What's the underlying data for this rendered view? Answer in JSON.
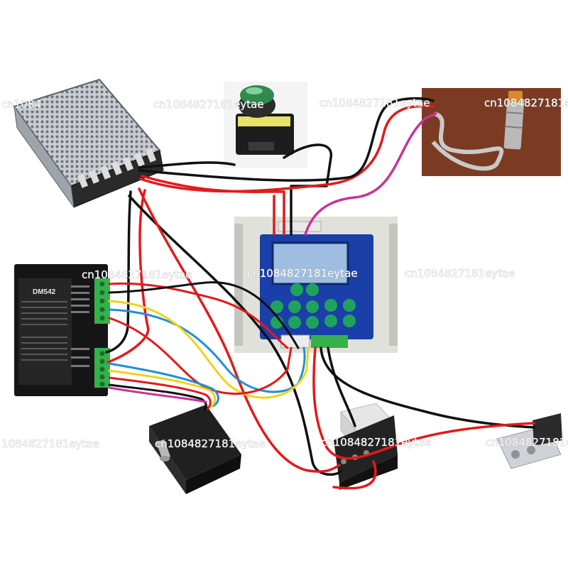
{
  "watermark": {
    "text": "cn1084827181eytae",
    "partial_left": "1084827181eytae",
    "partial_top": "cn1084"
  },
  "driver": {
    "model": "DM542"
  },
  "colors": {
    "wire_red": "#e21a1a",
    "wire_black": "#111111",
    "wire_blue": "#1e8fd8",
    "wire_yellow": "#f2d21a",
    "wire_magenta": "#c8339a",
    "controller_face": "#1b3fa8",
    "key_green": "#1fa35c",
    "terminal_green": "#34b24a",
    "sensor_background": "#7a3b22"
  },
  "components": [
    {
      "name": "power-supply",
      "icon": "power-supply-icon"
    },
    {
      "name": "push-button",
      "icon": "push-button-icon"
    },
    {
      "name": "proximity-sensor",
      "icon": "proximity-sensor-icon"
    },
    {
      "name": "controller",
      "icon": "controller-icon"
    },
    {
      "name": "stepper-driver",
      "icon": "stepper-driver-icon"
    },
    {
      "name": "stepper-motor",
      "icon": "stepper-motor-icon"
    },
    {
      "name": "relay",
      "icon": "relay-icon"
    },
    {
      "name": "solenoid-valve",
      "icon": "solenoid-valve-icon"
    }
  ]
}
